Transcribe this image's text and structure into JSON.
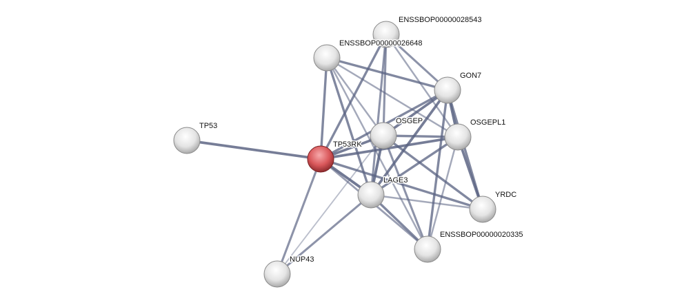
{
  "network": {
    "query_color": "#d9575a",
    "node_color": "#e8e8e8",
    "edge_color": "#5a6382",
    "nodes": [
      {
        "id": "ENSSBOP00000028543",
        "label": "ENSSBOP00000028543",
        "query": false
      },
      {
        "id": "ENSSBOP00000026648",
        "label": "ENSSBOP00000026648",
        "query": false
      },
      {
        "id": "GON7",
        "label": "GON7",
        "query": false
      },
      {
        "id": "TP53",
        "label": "TP53",
        "query": false
      },
      {
        "id": "OSGEP",
        "label": "OSGEP",
        "query": false
      },
      {
        "id": "OSGEPL1",
        "label": "OSGEPL1",
        "query": false
      },
      {
        "id": "TP53RK",
        "label": "TP53RK",
        "query": true
      },
      {
        "id": "LAGE3",
        "label": "LAGE3",
        "query": false
      },
      {
        "id": "YRDC",
        "label": "YRDC",
        "query": false
      },
      {
        "id": "ENSSBOP00000020335",
        "label": "ENSSBOP00000020335",
        "query": false
      },
      {
        "id": "NUP43",
        "label": "NUP43",
        "query": false
      }
    ],
    "edges": [
      [
        "TP53",
        "TP53RK",
        0.9
      ],
      [
        "TP53RK",
        "ENSSBOP00000026648",
        0.8
      ],
      [
        "TP53RK",
        "ENSSBOP00000028543",
        0.8
      ],
      [
        "TP53RK",
        "OSGEP",
        0.9
      ],
      [
        "TP53RK",
        "OSGEPL1",
        0.9
      ],
      [
        "TP53RK",
        "GON7",
        0.8
      ],
      [
        "TP53RK",
        "LAGE3",
        0.95
      ],
      [
        "TP53RK",
        "NUP43",
        0.7
      ],
      [
        "TP53RK",
        "YRDC",
        0.8
      ],
      [
        "TP53RK",
        "ENSSBOP00000020335",
        0.6
      ],
      [
        "ENSSBOP00000026648",
        "GON7",
        0.8
      ],
      [
        "ENSSBOP00000026648",
        "OSGEPL1",
        0.5
      ],
      [
        "ENSSBOP00000026648",
        "LAGE3",
        0.8
      ],
      [
        "ENSSBOP00000026648",
        "ENSSBOP00000020335",
        0.5
      ],
      [
        "ENSSBOP00000026648",
        "OSGEP",
        0.5
      ],
      [
        "ENSSBOP00000028543",
        "OSGEP",
        0.7
      ],
      [
        "ENSSBOP00000028543",
        "LAGE3",
        0.7
      ],
      [
        "ENSSBOP00000028543",
        "GON7",
        0.7
      ],
      [
        "ENSSBOP00000028543",
        "OSGEPL1",
        0.5
      ],
      [
        "GON7",
        "OSGEP",
        0.9
      ],
      [
        "GON7",
        "OSGEPL1",
        0.95
      ],
      [
        "GON7",
        "LAGE3",
        0.9
      ],
      [
        "GON7",
        "YRDC",
        0.8
      ],
      [
        "GON7",
        "ENSSBOP00000020335",
        0.8
      ],
      [
        "OSGEP",
        "OSGEPL1",
        0.8
      ],
      [
        "OSGEP",
        "LAGE3",
        0.95
      ],
      [
        "OSGEP",
        "YRDC",
        0.8
      ],
      [
        "OSGEP",
        "ENSSBOP00000020335",
        0.7
      ],
      [
        "OSGEP",
        "NUP43",
        0.3
      ],
      [
        "OSGEPL1",
        "LAGE3",
        0.8
      ],
      [
        "OSGEPL1",
        "YRDC",
        0.9
      ],
      [
        "OSGEPL1",
        "ENSSBOP00000020335",
        0.5
      ],
      [
        "LAGE3",
        "YRDC",
        0.5
      ],
      [
        "LAGE3",
        "ENSSBOP00000020335",
        0.8
      ],
      [
        "LAGE3",
        "NUP43",
        0.7
      ]
    ]
  }
}
